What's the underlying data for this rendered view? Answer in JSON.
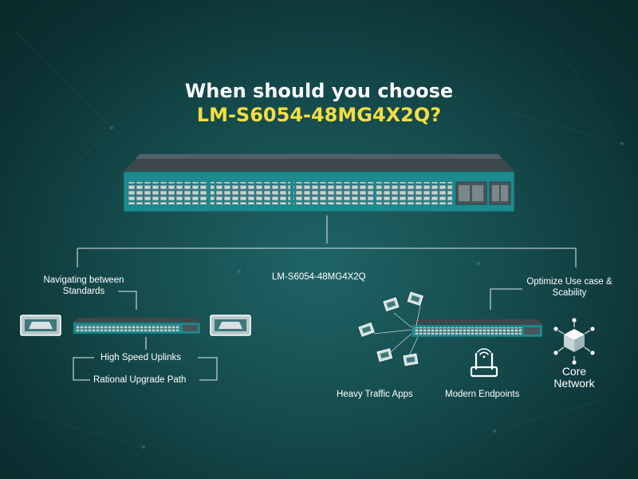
{
  "title": {
    "line1": "When should you choose",
    "line2": "LM-S6054-48MG4X2Q?"
  },
  "center_label": "LM-S6054-48MG4X2Q",
  "left": {
    "heading_line1": "Navigating between",
    "heading_line2": "Standards",
    "item1": "High Speed Uplinks",
    "item2": "Rational Upgrade Path"
  },
  "right": {
    "heading_line1": "Optimize Use case &",
    "heading_line2": "Scability",
    "heavy_traffic": "Heavy Traffic Apps",
    "modern_endpoints": "Modern Endpoints",
    "core_line1": "Core",
    "core_line2": "Network"
  },
  "colors": {
    "accent_yellow": "#f2de3f",
    "switch_teal": "#1d8a8f",
    "line": "#b9c9c9"
  }
}
